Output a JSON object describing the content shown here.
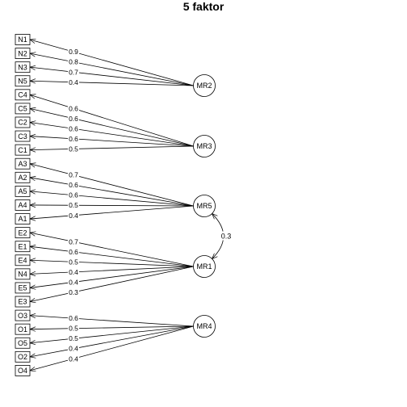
{
  "title": "5 faktor",
  "items": [
    "N1",
    "N2",
    "N3",
    "N5",
    "C4",
    "C5",
    "C2",
    "C3",
    "C1",
    "A3",
    "A2",
    "A5",
    "A4",
    "A1",
    "E2",
    "E1",
    "E4",
    "N4",
    "E5",
    "E3",
    "O3",
    "O1",
    "O5",
    "O2",
    "O4"
  ],
  "factors": [
    {
      "name": "MR2",
      "loadings": [
        [
          "N1",
          "0.9"
        ],
        [
          "N2",
          "0.8"
        ],
        [
          "N3",
          "0.7"
        ],
        [
          "N5",
          "0.4"
        ]
      ]
    },
    {
      "name": "MR3",
      "loadings": [
        [
          "C4",
          "0.6"
        ],
        [
          "C5",
          "0.6"
        ],
        [
          "C2",
          "0.6"
        ],
        [
          "C3",
          "0.6"
        ],
        [
          "C1",
          "0.5"
        ]
      ]
    },
    {
      "name": "MR5",
      "loadings": [
        [
          "A3",
          "0.7"
        ],
        [
          "A2",
          "0.6"
        ],
        [
          "A5",
          "0.6"
        ],
        [
          "A4",
          "0.5"
        ],
        [
          "A1",
          "0.4"
        ]
      ]
    },
    {
      "name": "MR1",
      "loadings": [
        [
          "E2",
          "0.7"
        ],
        [
          "E1",
          "0.6"
        ],
        [
          "E4",
          "0.5"
        ],
        [
          "N4",
          "0.4"
        ],
        [
          "E5",
          "0.4"
        ],
        [
          "E3",
          "0.3"
        ]
      ]
    },
    {
      "name": "MR4",
      "loadings": [
        [
          "O3",
          "0.6"
        ],
        [
          "O1",
          "0.5"
        ],
        [
          "O5",
          "0.5"
        ],
        [
          "O2",
          "0.4"
        ],
        [
          "O4",
          "0.4"
        ]
      ]
    }
  ],
  "correlations": [
    {
      "from": "MR5",
      "to": "MR1",
      "value": "0.3"
    }
  ]
}
